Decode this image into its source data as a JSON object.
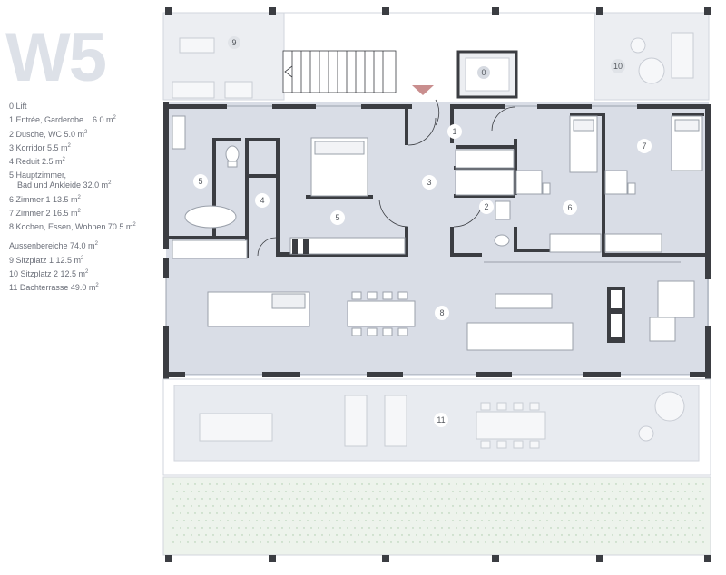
{
  "title": "W5",
  "legend": {
    "rooms": [
      {
        "text": "0 Lift",
        "area": "",
        "unit": ""
      },
      {
        "text": "1 Entrée, Garderobe",
        "area": "6.0 m",
        "unit": "2"
      },
      {
        "text": "2 Dusche, WC 5.0 m",
        "area": "",
        "unit": "2"
      },
      {
        "text": "3 Korridor 5.5 m",
        "area": "",
        "unit": "2"
      },
      {
        "text": "4 Reduit 2.5 m",
        "area": "",
        "unit": "2"
      },
      {
        "text": "5 Hauptzimmer,",
        "text2": "Bad und Ankleide 32.0 m",
        "area": "",
        "unit": "2"
      },
      {
        "text": "6 Zimmer 1 13.5 m",
        "area": "",
        "unit": "2"
      },
      {
        "text": "7 Zimmer 2 16.5 m",
        "area": "",
        "unit": "2"
      },
      {
        "text": "8 Kochen, Essen, Wohnen 70.5 m",
        "area": "",
        "unit": "2"
      }
    ],
    "outdoor": [
      {
        "text": "Aussenbereiche 74.0 m",
        "unit": "2"
      },
      {
        "text": "9 Sitzplatz 1 12.5 m",
        "unit": "2"
      },
      {
        "text": "10 Sitzplatz 2 12.5 m",
        "unit": "2"
      },
      {
        "text": "11 Dachterrasse 49.0 m",
        "unit": "2"
      }
    ]
  },
  "plan_labels": {
    "lift": "0",
    "entree": "1",
    "dusche": "2",
    "korridor": "3",
    "reduit": "4",
    "bad": "5",
    "hauptzimmer": "5",
    "zimmer1": "6",
    "zimmer2": "7",
    "wohnen": "8",
    "sitzplatz1": "9",
    "sitzplatz2": "10",
    "dachterrasse": "11"
  },
  "colors": {
    "wall": "#3b3d42",
    "interior": "#d9dde6",
    "outdoor": "#eceef2",
    "terrace": "#e8ebf0",
    "green": "#edf3ec",
    "furniture": "#ffffff",
    "title": "#dde1e8",
    "entrance_marker": "#c98e8e"
  }
}
